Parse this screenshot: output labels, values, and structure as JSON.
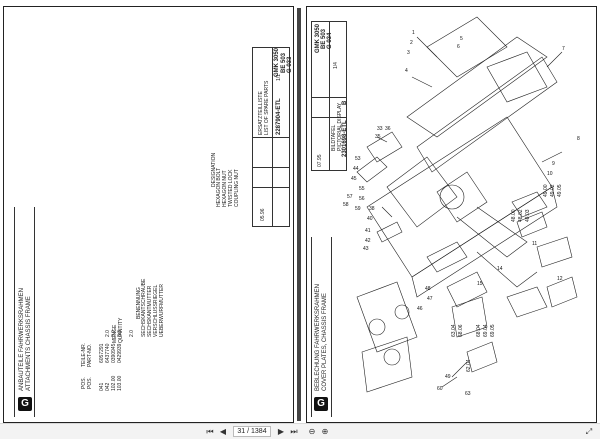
{
  "left_page": {
    "header_table": {
      "date": "05.96",
      "doc_title_line1": "ERSATZTEILLISTE",
      "doc_title_line2": "LIST OF SPARE PARTS",
      "doc_number": "2287904-ETL",
      "sheet": "1/1",
      "model": "GMK 3050",
      "sub_code": "BE 503",
      "group": "G 033"
    },
    "column_headers": {
      "pos": "POS.",
      "pos_en": "POS.",
      "part_no": "TEILE-NR.",
      "part_no_en": "PART-NO.",
      "qty": "MENGE",
      "qty_en": "QUANTITY",
      "designation_de": "BENENNUNG",
      "designation_en": "DESIGNATION"
    },
    "rows": [
      {
        "pos": "041",
        "part_no": "6057291",
        "qty": "2.0",
        "name_de": "SECHSKANTSCHRAUBE",
        "name_en": "HEXAGON BOLT"
      },
      {
        "pos": "042",
        "part_no": "6437740",
        "qty": "2.0",
        "name_de": "SECHSKANTMUTTER",
        "name_en": "HEXAGON NUT"
      },
      {
        "pos": "102.00",
        "part_no": "0390945",
        "qty": "8.0",
        "name_de": "VERSCHLUSSRIEGEL",
        "name_en": "TWISTED LOCK"
      },
      {
        "pos": "103.00",
        "part_no": "0429939",
        "qty": "8.0",
        "name_de": "UEBERWURFMUTTER",
        "name_en": "COUPLING NUT"
      }
    ],
    "footer": {
      "logo": "G",
      "title_de": "ANBAUTEILE FAHRWERKSRAHMEN",
      "title_en": "ATTACHMENTS CHASSIS FRAME"
    }
  },
  "right_page": {
    "header_table": {
      "date": "07.95",
      "doc_title_line1": "BILDTAFEL",
      "doc_title_line2": "PICTORIAL DISPLAY",
      "doc_number": "2301698-ETL",
      "revision": "B",
      "sheet": "1/4",
      "model": "GMK 3050",
      "sub_code": "BE 503",
      "group": "G 034"
    },
    "footer": {
      "logo": "G",
      "title_de": "BEBLECHUNG FAHRWERKSRAHMEN",
      "title_en": "COVER PLATES, CHASSIS FRAME"
    },
    "callouts": [
      "1",
      "2",
      "3",
      "4",
      "5",
      "6",
      "7",
      "8",
      "9",
      "10",
      "11",
      "12",
      "14",
      "15",
      "33",
      "35",
      "36",
      "38",
      "40",
      "41",
      "42",
      "43",
      "44",
      "45",
      "46",
      "47",
      "48",
      "49",
      "53",
      "55",
      "56",
      "57",
      "58",
      "59",
      "60",
      "63"
    ],
    "vertical_callouts": [
      "48.00",
      "48.02",
      "48.03",
      "49.00",
      "49.02",
      "49.05",
      "63.04",
      "68.06",
      "68.04",
      "69.04",
      "69.05",
      "62.04"
    ]
  },
  "toolbar": {
    "first_icon": "first-page-icon",
    "prev_icon": "prev-page-icon",
    "page_indicator": "31 / 1384",
    "next_icon": "next-page-icon",
    "last_icon": "last-page-icon",
    "zoom_out_icon": "zoom-out-icon",
    "zoom_in_icon": "zoom-in-icon",
    "fullscreen_icon": "fullscreen-icon"
  }
}
